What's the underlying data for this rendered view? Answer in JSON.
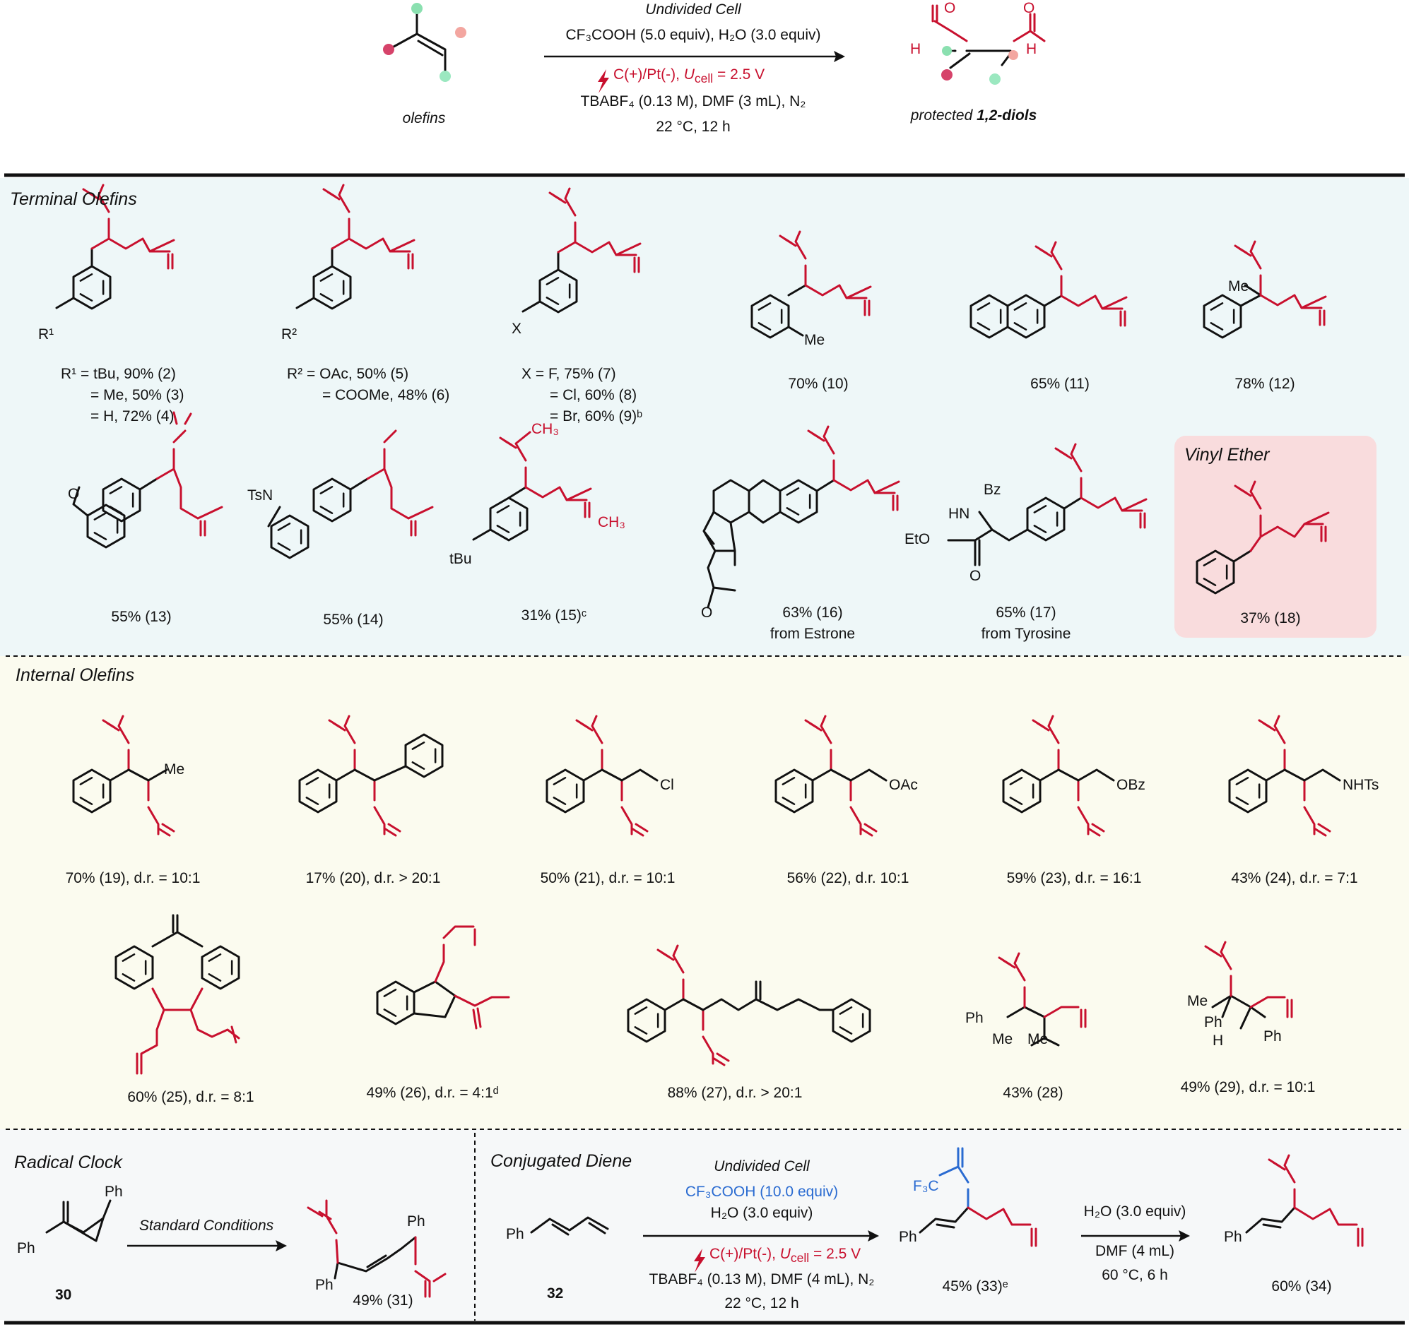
{
  "header": {
    "cell": "Undivided Cell",
    "reagents": "CF₃COOH (5.0 equiv), H₂O (3.0 equiv)",
    "electrodes": "C(+)/Pt(-), ",
    "ucell_sym": "U",
    "ucell_sub": "cell",
    "ucell_val": " = 2.5 V",
    "electrolyte": "TBABF₄ (0.13 M), DMF (3 mL), N₂",
    "temp": "22 °C, 12 h",
    "substrate": "olefins",
    "product_prefix": "protected ",
    "product_bold": "1,2-diols"
  },
  "sections": {
    "terminal": "Terminal Olefins",
    "internal": "Internal Olefins",
    "vinyl": "Vinyl Ether",
    "clock": "Radical Clock",
    "diene": "Conjugated Diene"
  },
  "labels": {
    "l2a": "R¹ = tBu, 90% (2)",
    "l2b": "= Me, 50% (3)",
    "l2c": "= H, 72% (4)",
    "l5a": "R² = OAc, 50% (5)",
    "l5b": "= COOMe, 48% (6)",
    "l7a": "X = F, 75% (7)",
    "l7b": "= Cl, 60% (8)",
    "l7c": "= Br, 60% (9)ᵇ",
    "l10": "70% (10)",
    "l11": "65% (11)",
    "l12": "78% (12)",
    "l13": "55% (13)",
    "l14": "55% (14)",
    "l15": "31% (15)ᶜ",
    "l16": "63% (16)",
    "l16b": "from Estrone",
    "l17": "65% (17)",
    "l17b": "from Tyrosine",
    "l18": "37% (18)",
    "l19": "70% (19), d.r. = 10:1",
    "l20": "17% (20), d.r. > 20:1",
    "l21": "50% (21), d.r. = 10:1",
    "l22": "56% (22), d.r. 10:1",
    "l23": "59% (23), d.r. = 16:1",
    "l24": "43% (24), d.r. = 7:1",
    "l25": "60% (25), d.r. = 8:1",
    "l26": "49% (26), d.r. = 4:1ᵈ",
    "l27": "88% (27), d.r. > 20:1",
    "l28": "43% (28)",
    "l29": "49% (29), d.r. = 10:1",
    "l30": "30",
    "l31": "49% (31)",
    "l32": "32",
    "l33": "45% (33)ᵉ",
    "l34": "60% (34)"
  },
  "clock_arrow": "Standard Conditions",
  "diene_arrow": {
    "cell": "Undivided Cell",
    "acid": "CF₃COOH (10.0 equiv)",
    "water": "H₂O (3.0 equiv)",
    "electrodes": "C(+)/Pt(-), ",
    "ucell_sym": "U",
    "ucell_sub": "cell",
    "ucell_val": " = 2.5 V",
    "electrolyte": "TBABF₄ (0.13 M), DMF (4 mL), N₂",
    "temp": "22 °C, 12 h"
  },
  "hydrolysis_arrow": {
    "water": "H₂O (3.0 equiv)",
    "solvent": "DMF (4 mL)",
    "temp": "60 °C, 6 h"
  },
  "atoms": {
    "R1": "R¹",
    "R2": "R²",
    "X": "X",
    "Me": "Me",
    "Ph": "Ph",
    "Ts": "Ts",
    "N": "N",
    "HN": "HN",
    "Bz": "Bz",
    "EtO": "EtO",
    "O": "O",
    "H": "H",
    "Cl": "Cl",
    "OAc": "OAc",
    "OBz": "OBz",
    "NHTs": "NHTs",
    "CH3": "CH₃",
    "tBu": "tBu",
    "F3C": "F₃C"
  },
  "colors": {
    "red": "#c8102e",
    "blue": "#2a6bd1",
    "terminal_bg": "#eef7f8",
    "internal_bg": "#fbfbef",
    "bottom_bg": "#f6f8f9",
    "vinyl_bg": "#f9dcdd",
    "dot_pink": "#d6436a",
    "dot_green": "#8be0b0",
    "dot_salmon": "#f3a6a0",
    "dot_mint": "#9be8c0"
  }
}
